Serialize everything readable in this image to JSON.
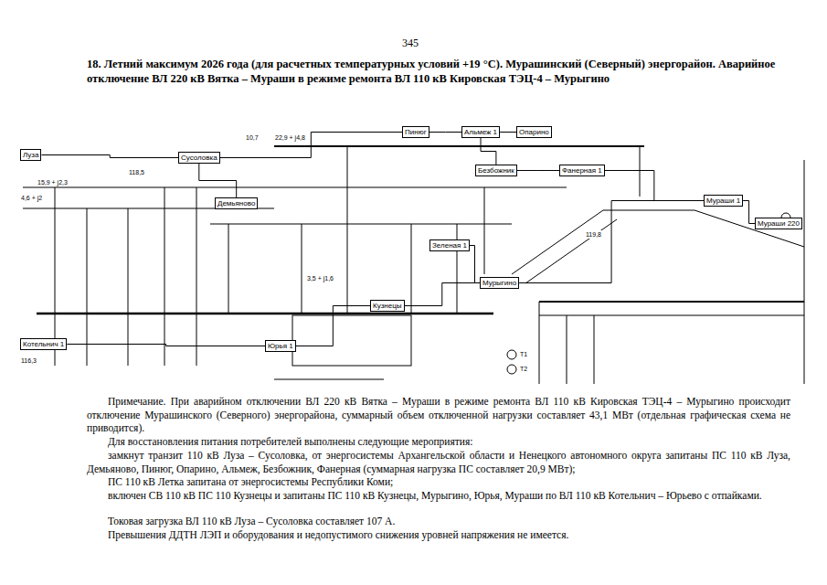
{
  "diagram": {
    "title": "18. Летний максимум 2026 года (для расчетных температурных условий +19 °С). Мурашинский (Северный) энергорайон. Аварийное отключение ВЛ 220 кВ Вятка – Мураши в режиме ремонта ВЛ 110 кВ Кировская ТЭЦ-4 – Мурыгино",
    "nodes": [
      {
        "text": [
          "Луза"
        ]
      },
      {
        "text": [
          "Сусоловка"
        ]
      },
      {
        "text": [
          "Демьяново"
        ]
      },
      {
        "text": [
          "Пинюг"
        ]
      },
      {
        "text": [
          "Альмеж 1"
        ]
      },
      {
        "text": [
          "Опарино"
        ]
      },
      {
        "text": [
          "Безбожник"
        ]
      },
      {
        "text": [
          "Фанерная 1"
        ]
      },
      {
        "text": [
          "Мураши 1"
        ]
      },
      {
        "text": [
          "Мураши 220"
        ]
      },
      {
        "text": [
          "Котельнич 1"
        ]
      },
      {
        "text": [
          "Юрья 1"
        ]
      },
      {
        "text": [
          "Кузнецы"
        ]
      },
      {
        "text": [
          "Мурыгино"
        ]
      },
      {
        "text": [
          "Зеленая 1"
        ]
      }
    ],
    "edges": [
      {
        "from": 0,
        "to": 1,
        "arrow": "none"
      },
      {
        "from": 1,
        "to": 3,
        "arrow": "none"
      },
      {
        "from": 1,
        "to": 2,
        "arrow": "none"
      },
      {
        "from": 3,
        "to": 4,
        "arrow": "none"
      },
      {
        "from": 4,
        "to": 5,
        "arrow": "none"
      },
      {
        "from": 4,
        "to": 6,
        "arrow": "none"
      },
      {
        "from": 6,
        "to": 7,
        "arrow": "none"
      },
      {
        "from": 7,
        "to": 8,
        "arrow": "none"
      },
      {
        "from": 8,
        "to": 9,
        "arrow": "none"
      },
      {
        "from": 10,
        "to": 11,
        "arrow": "none"
      },
      {
        "from": 11,
        "to": 12,
        "arrow": "none"
      },
      {
        "from": 12,
        "to": 13,
        "arrow": "none"
      },
      {
        "from": 13,
        "to": 14,
        "arrow": "none"
      },
      {
        "from": 13,
        "to": 8,
        "arrow": "none"
      }
    ],
    "labels": [
      "345",
      "Примечание. При аварийном отключении ВЛ 220 кВ Вятка – Мураши в режиме ремонта ВЛ 110 кВ Кировская ТЭЦ-4 – Мурыгино происходит отключение Мурашинского (Северного) энергорайона, суммарный объем отключенной нагрузки составляет 43,1 МВт (отдельная графическая схема не приводится).",
      "Для восстановления питания потребителей выполнены следующие мероприятия:",
      "замкнут транзит 110 кВ Луза – Сусоловка, от энергосистемы Архангельской области и Ненецкого автономного округа запитаны ПС 110 кВ Луза, Демьяново, Пинюг, Опарино, Альмеж, Безбожник, Фанерная (суммарная нагрузка ПС составляет 20,9 МВт);",
      "ПС 110 кВ Летка запитана от энергосистемы Республики Коми;",
      "включен СВ 110 кВ ПС 110 Кузнецы и запитаны ПС 110 кВ Кузнецы, Мурыгино, Юрья, Мураши по ВЛ 110 кВ Котельнич – Юрьево с отпайками.",
      "Токовая загрузка ВЛ 110 кВ Луза – Сусоловка составляет 107 А.",
      "Превышения ДДТН ЛЭП и оборудования и недопустимого снижения уровней напряжения не имеется.",
      "10,7",
      "22,9 + j4,8",
      "118,5",
      "116,3",
      "4,6 + j2",
      "15,9 + j2,3",
      "3,5 + j1,6",
      "T1",
      "T2",
      "119,8"
    ]
  }
}
